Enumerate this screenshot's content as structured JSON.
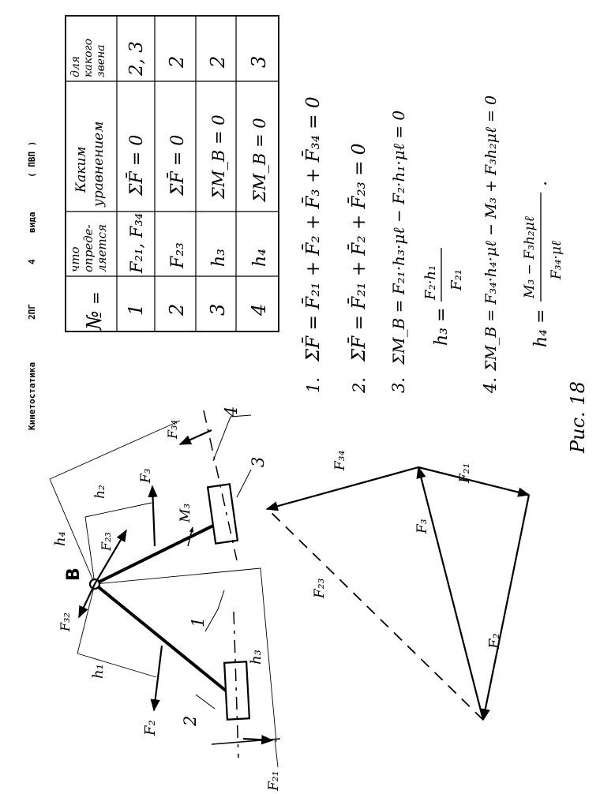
{
  "header": {
    "title": "Кинетостатика",
    "group": "2ПГ",
    "variant_num": "4",
    "variant_word": "вида",
    "type_code": "( ПВП )"
  },
  "table": {
    "headers": {
      "num": "№",
      "num_sign": "=",
      "what_1": "что",
      "what_2": "опреде-",
      "what_3": "ляется",
      "how_1": "Каким",
      "how_2": "уравнением",
      "link_1": "для",
      "link_2": "какого",
      "link_3": "звена"
    },
    "rows": [
      {
        "num": "1",
        "what": "F₂₁, F₃₄",
        "eq": "ΣF̄ = 0",
        "link": "2, 3"
      },
      {
        "num": "2",
        "what": "F₂₃",
        "eq": "ΣF̄ = 0",
        "link": "2"
      },
      {
        "num": "3",
        "what": "h₃",
        "eq": "ΣM_B = 0",
        "link": "2"
      },
      {
        "num": "4",
        "what": "h₄",
        "eq": "ΣM_B = 0",
        "link": "3"
      }
    ]
  },
  "equations": {
    "e1_num": "1.",
    "e1": "ΣF̄ = F̄₂₁ + F̄₂ + F̄₃ + F̄₃₄ = 0",
    "e2_num": "2.",
    "e2": "ΣF̄ = F̄₂₁ + F̄₂ + F̄₂₃ = 0",
    "e3_num": "3.",
    "e3": "ΣM_B = F₂₁·h₃·μℓ − F₂·h₁·μℓ = 0",
    "e3b_lhs": "h₃ =",
    "e3b_num": "F₂·h₁",
    "e3b_den": "F₂₁",
    "e4_num": "4.",
    "e4": "ΣM_B = F₃₄·h₄·μℓ − M₃ + F₃h₂μℓ = 0",
    "e4b_lhs": "h₄ =",
    "e4b_num": "M₃ − F₃h₂μℓ",
    "e4b_den": "F₃₄·μℓ",
    "e4b_end": "."
  },
  "mechanism": {
    "point_b": "B",
    "link_1": "1",
    "link_2": "2",
    "link_3": "3",
    "link_4": "4",
    "f34": "F₃₄",
    "f3": "F₃",
    "h2": "h₂",
    "h4": "h₄",
    "f23": "F₂₃",
    "m3": "M₃",
    "f32": "F₃₂",
    "h1": "h₁",
    "f2": "F₂",
    "h3": "h₃",
    "f21": "F₂₁"
  },
  "polygon": {
    "f34": "F₃₄",
    "f21": "F₂₁",
    "f3": "F₃",
    "f23": "F₂₃",
    "f2": "F₂"
  },
  "caption": "Рис. 18"
}
